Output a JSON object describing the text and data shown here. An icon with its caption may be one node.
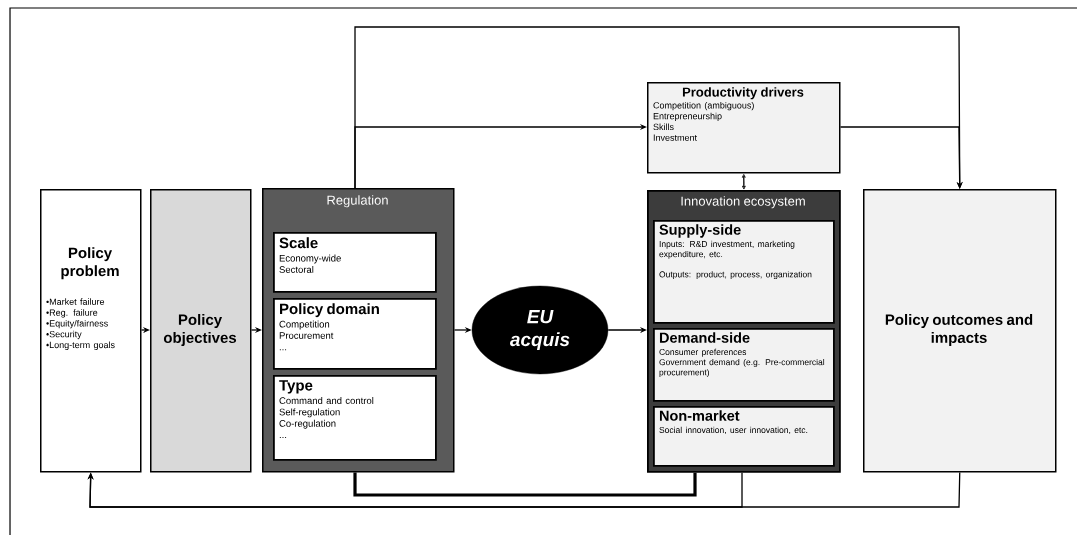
{
  "diagram": {
    "nodes": [
      {
        "text": [
          "Policy problem",
          "•Market failure",
          "•Reg. failure",
          "•Equity/fairness",
          "•Security",
          "•Long-term goals"
        ]
      },
      {
        "text": [
          "Policy objectives"
        ]
      },
      {
        "text": [
          "Regulation"
        ]
      },
      {
        "text": [
          "Scale",
          "Economy-wide",
          "Sectoral"
        ],
        "in": 2
      },
      {
        "text": [
          "Policy domain",
          "Competition",
          "Procurement",
          "..."
        ],
        "in": 2
      },
      {
        "text": [
          "Type",
          "Command and control",
          "Self-regulation",
          "Co-regulation",
          "..."
        ],
        "in": 2
      },
      {
        "text": [
          "EU acquis"
        ]
      },
      {
        "text": [
          "Productivity drivers",
          "Competition (ambiguous)",
          "Entrepreneurship",
          "Skills",
          "Investment"
        ]
      },
      {
        "text": [
          "Innovation ecosystem"
        ]
      },
      {
        "text": [
          "Supply-side",
          "Inputs: R&D investment, marketing expenditure, etc.",
          "Outputs: product, process, organization"
        ],
        "in": 8
      },
      {
        "text": [
          "Demand-side",
          "Consumer preferences",
          "Government demand (e.g. Pre-commercial procurement)"
        ],
        "in": 8
      },
      {
        "text": [
          "Non-market",
          "Social innovation, user innovation, etc."
        ],
        "in": 8
      },
      {
        "text": [
          "Policy outcomes and impacts"
        ]
      }
    ],
    "edges": [
      {
        "from": 0,
        "to": 1,
        "arrow": "to"
      },
      {
        "from": 1,
        "to": 2,
        "arrow": "to"
      },
      {
        "from": 2,
        "to": 6,
        "arrow": "to"
      },
      {
        "from": 6,
        "to": 8,
        "arrow": "to"
      },
      {
        "from": 2,
        "to": 7,
        "arrow": "to"
      },
      {
        "from": 2,
        "to": 12,
        "arrow": "to"
      },
      {
        "from": 7,
        "to": 12,
        "arrow": "to"
      },
      {
        "from": 7,
        "to": 8,
        "arrow": "both"
      },
      {
        "from": 2,
        "to": 8,
        "arrow": "none",
        "style": "thick"
      },
      {
        "from": 8,
        "to": 0,
        "arrow": "to"
      },
      {
        "from": 12,
        "to": 0,
        "arrow": "to"
      }
    ]
  }
}
